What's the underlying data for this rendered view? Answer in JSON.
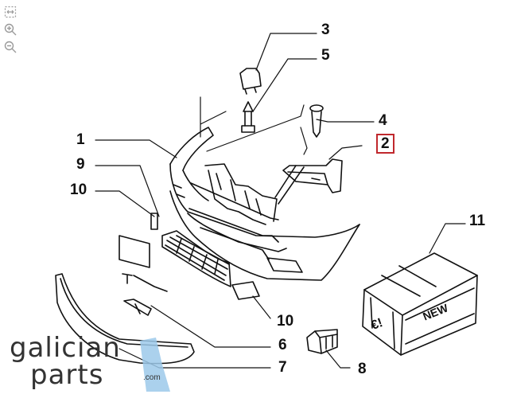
{
  "toolbar": {
    "icons": [
      "fit-to-screen-icon",
      "zoom-in-icon",
      "zoom-out-icon"
    ]
  },
  "diagram": {
    "callouts": [
      {
        "id": "3",
        "label": "3"
      },
      {
        "id": "5",
        "label": "5"
      },
      {
        "id": "4",
        "label": "4"
      },
      {
        "id": "2",
        "label": "2",
        "highlighted": true
      },
      {
        "id": "1",
        "label": "1"
      },
      {
        "id": "9",
        "label": "9"
      },
      {
        "id": "10a",
        "label": "10"
      },
      {
        "id": "11",
        "label": "11"
      },
      {
        "id": "10b",
        "label": "10"
      },
      {
        "id": "6",
        "label": "6"
      },
      {
        "id": "7",
        "label": "7"
      },
      {
        "id": "8",
        "label": "8"
      }
    ],
    "box_text": "NEW",
    "box_symbol": "€!",
    "highlight_color": "#c0282d"
  },
  "watermark": {
    "word1": "galician",
    "word2": "parts",
    "suffix": ".com",
    "accent_color": "#9cc9ea"
  }
}
